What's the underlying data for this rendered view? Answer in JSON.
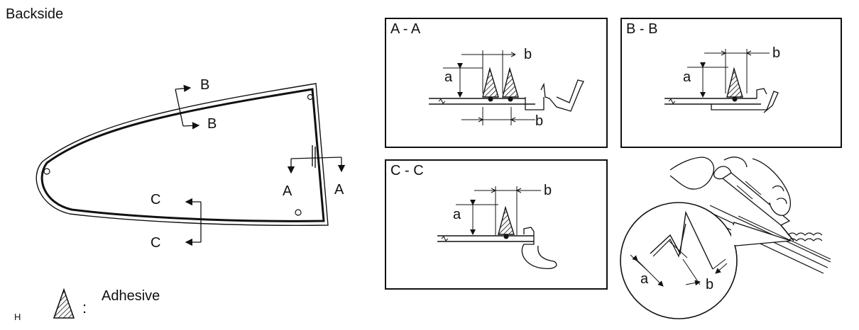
{
  "header": {
    "title": "Backside"
  },
  "glass_view": {
    "section_labels": {
      "b_top": "B",
      "b_bottom": "B",
      "a_left": "A",
      "a_right": "A",
      "c_top": "C",
      "c_bottom": "C"
    }
  },
  "panels": [
    {
      "id": "aa",
      "title": "A - A",
      "dim_a": "a",
      "dim_b_top": "b",
      "dim_b_bottom": "b"
    },
    {
      "id": "bb",
      "title": "B - B",
      "dim_a": "a",
      "dim_b": "b"
    },
    {
      "id": "cc",
      "title": "C - C",
      "dim_a": "a",
      "dim_b": "b"
    }
  ],
  "application_detail": {
    "dim_a": "a",
    "dim_b": "b"
  },
  "legend": {
    "separator": ":",
    "label": "Adhesive"
  },
  "footer": {
    "code": "H"
  },
  "colors": {
    "line": "#111111",
    "background": "#ffffff"
  }
}
